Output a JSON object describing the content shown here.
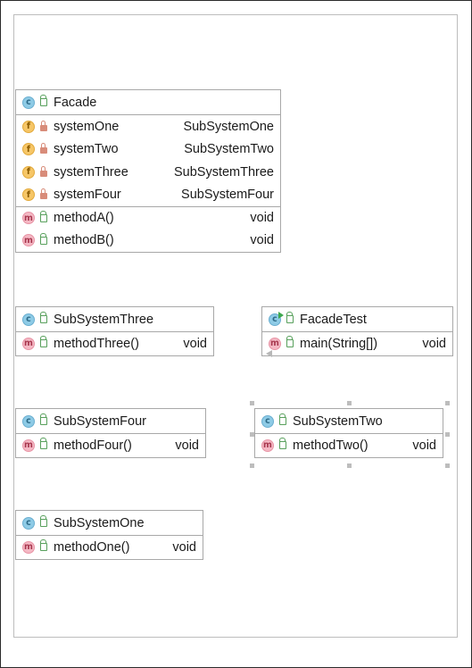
{
  "classes": {
    "facade": {
      "name": "Facade",
      "fields": [
        {
          "name": "systemOne",
          "type": "SubSystemOne"
        },
        {
          "name": "systemTwo",
          "type": "SubSystemTwo"
        },
        {
          "name": "systemThree",
          "type": "SubSystemThree"
        },
        {
          "name": "systemFour",
          "type": "SubSystemFour"
        }
      ],
      "methods": [
        {
          "name": "methodA()",
          "type": "void"
        },
        {
          "name": "methodB()",
          "type": "void"
        }
      ]
    },
    "subsystem_three": {
      "name": "SubSystemThree",
      "methods": [
        {
          "name": "methodThree()",
          "type": "void"
        }
      ]
    },
    "facade_test": {
      "name": "FacadeTest",
      "methods": [
        {
          "name": "main(String[])",
          "type": "void"
        }
      ]
    },
    "subsystem_four": {
      "name": "SubSystemFour",
      "methods": [
        {
          "name": "methodFour()",
          "type": "void"
        }
      ]
    },
    "subsystem_two": {
      "name": "SubSystemTwo",
      "methods": [
        {
          "name": "methodTwo()",
          "type": "void"
        }
      ]
    },
    "subsystem_one": {
      "name": "SubSystemOne",
      "methods": [
        {
          "name": "methodOne()",
          "type": "void"
        }
      ]
    }
  },
  "badges": {
    "class": "c",
    "method": "m",
    "field": "f"
  },
  "icons": {
    "class_badge": "class-c-icon",
    "method_badge": "method-m-icon",
    "field_badge": "field-f-icon",
    "public_visibility": "unlock-icon",
    "private_visibility": "lock-icon"
  },
  "colors": {
    "class_badge": "#8ecbe6",
    "method_badge": "#f4b8c4",
    "field_badge": "#f6c667",
    "public": "#58a05c",
    "private": "#d88c7a",
    "border": "#a8a8a8"
  }
}
